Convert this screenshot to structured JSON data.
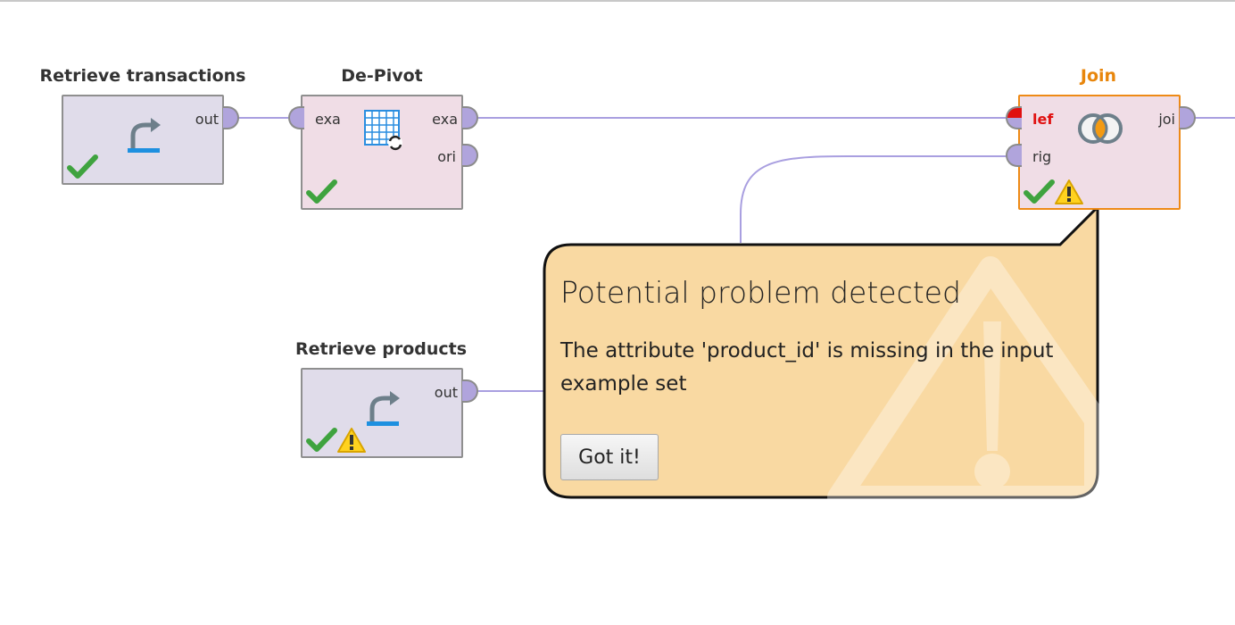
{
  "operators": {
    "retrieve_transactions": {
      "title": "Retrieve transactions",
      "out_port": "out"
    },
    "de_pivot": {
      "title": "De-Pivot",
      "in_port": "exa",
      "out_port_1": "exa",
      "out_port_2": "ori"
    },
    "join": {
      "title": "Join",
      "in_port_left": "lef",
      "in_port_right": "rig",
      "out_port": "joi"
    },
    "retrieve_products": {
      "title": "Retrieve products",
      "out_port": "out"
    }
  },
  "callout": {
    "title": "Potential problem detected",
    "message": "The attribute 'product_id' is missing in the input example set",
    "button_label": "Got it!"
  },
  "colors": {
    "wire": "#a99fe0",
    "selection": "#ee8a16",
    "callout_fill": "#f9d9a2",
    "error": "#e01010"
  },
  "icons": {
    "retrieve": "curved-arrow-icon",
    "de_pivot": "table-refresh-icon",
    "join": "venn-circles-icon",
    "status_ok": "check-icon",
    "status_warning": "warning-icon"
  }
}
